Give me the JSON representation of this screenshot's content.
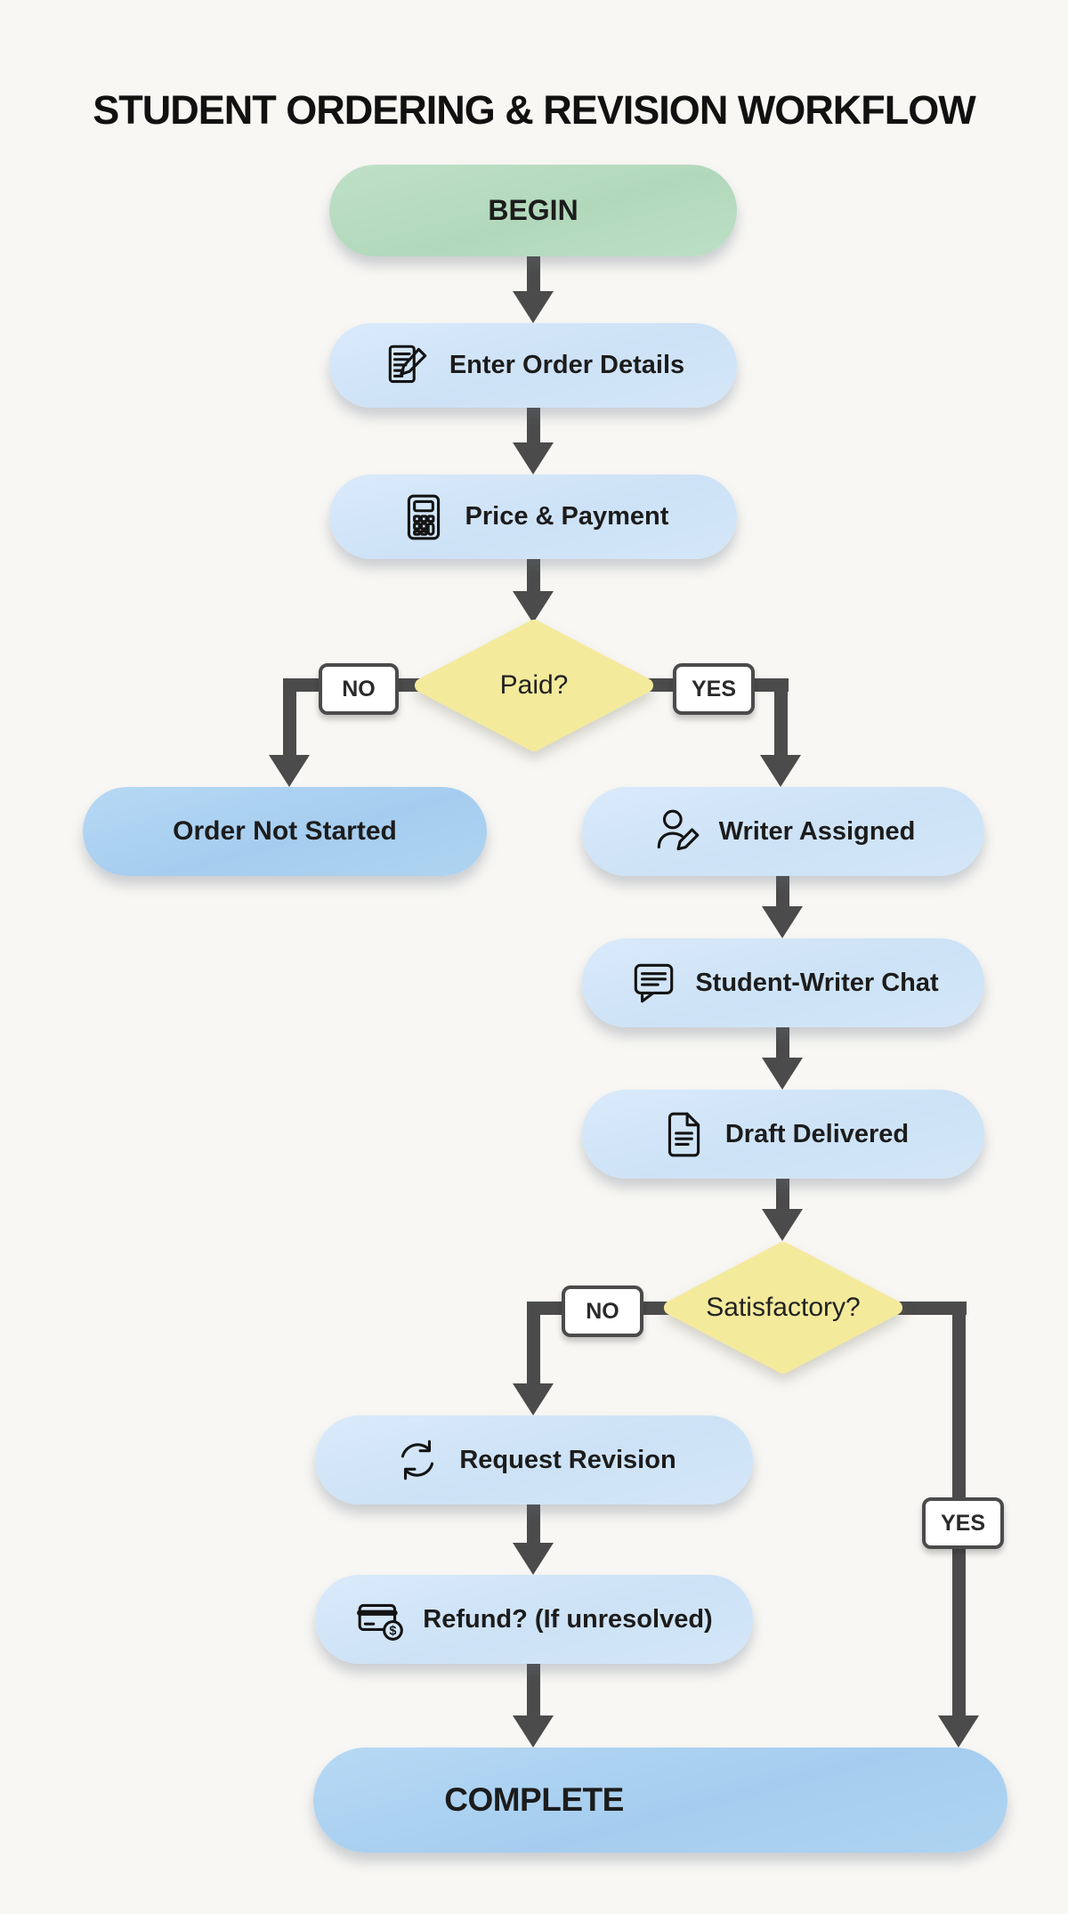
{
  "title": "STUDENT ORDERING & REVISION WORKFLOW",
  "nodes": {
    "begin": {
      "label": "BEGIN",
      "type": "start"
    },
    "enter_order_details": {
      "label": "Enter Order Details",
      "icon": "document-edit-icon"
    },
    "price_payment": {
      "label": "Price & Payment",
      "icon": "calculator-icon"
    },
    "paid_decision": {
      "label": "Paid?",
      "type": "decision"
    },
    "order_not_started": {
      "label": "Order Not Started",
      "type": "terminal"
    },
    "writer_assigned": {
      "label": "Writer Assigned",
      "icon": "writer-pencil-icon"
    },
    "student_writer_chat": {
      "label": "Student-Writer Chat",
      "icon": "chat-bubble-icon"
    },
    "draft_delivered": {
      "label": "Draft Delivered",
      "icon": "document-icon"
    },
    "satisfactory_decision": {
      "label": "Satisfactory?",
      "type": "decision"
    },
    "request_revision": {
      "label": "Request Revision",
      "icon": "refresh-icon"
    },
    "refund": {
      "label": "Refund? (If unresolved)",
      "icon": "refund-card-icon"
    },
    "complete": {
      "label": "COMPLETE",
      "type": "terminal"
    }
  },
  "edge_labels": {
    "paid_no": "NO",
    "paid_yes": "YES",
    "satisfactory_no": "NO",
    "satisfactory_yes": "YES"
  },
  "colors": {
    "background": "#f8f7f4",
    "start_fill": "#b7dbc0",
    "process_fill": "#d2e5f8",
    "terminal_fill": "#a9d1f0",
    "decision_fill": "#f4ea9c",
    "connector": "#4b4b4b"
  }
}
